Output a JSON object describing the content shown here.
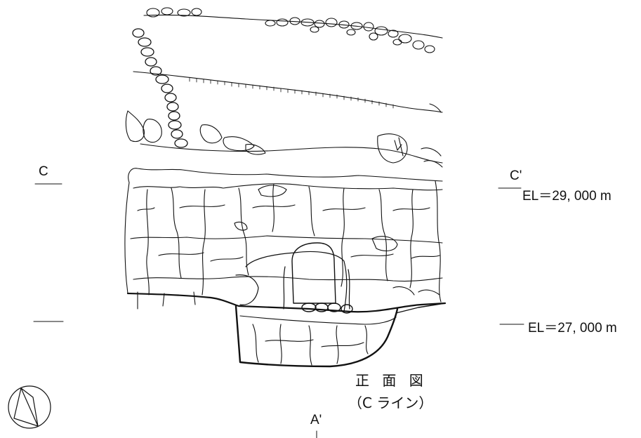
{
  "labels": {
    "section_left": "C",
    "section_right": "C'",
    "elevation_upper": "EL＝29, 000 m",
    "elevation_lower": "EL＝27, 000 m",
    "axis_bottom": "A'"
  },
  "title": {
    "line1": "正 面 図",
    "line2": "（C ライン）"
  },
  "colors": {
    "ink": "#111111",
    "paper": "#ffffff"
  },
  "icons": {
    "orientation": "north-arrow-icon"
  }
}
